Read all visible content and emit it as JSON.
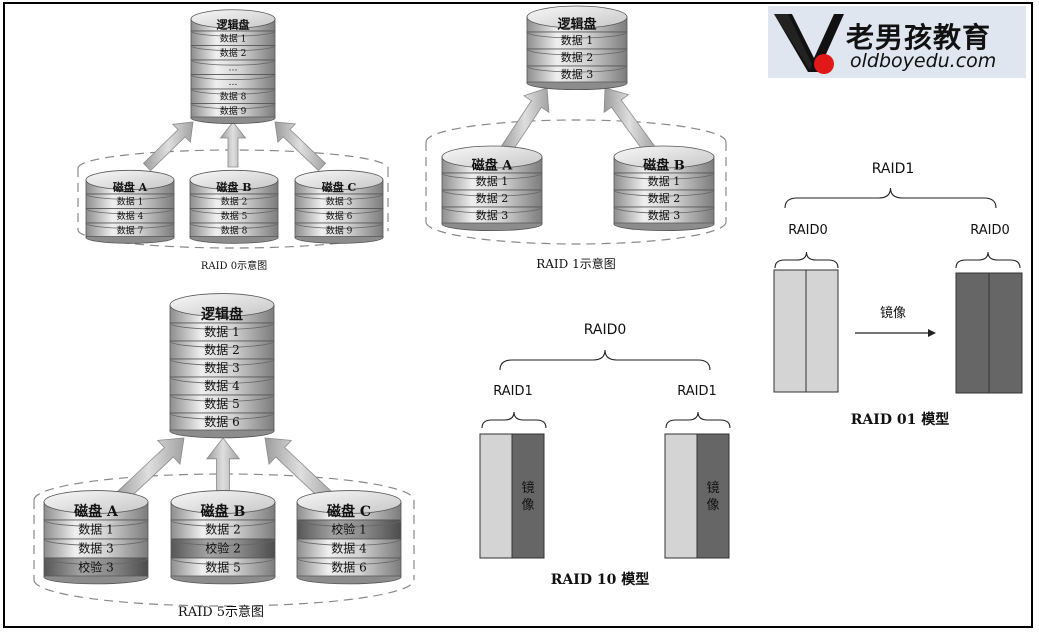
{
  "brand": {
    "name": "老男孩教育",
    "site": "oldboyedu.com"
  },
  "raid0": {
    "caption": "RAID 0示意图",
    "logical": {
      "title": "逻辑盘",
      "rows": [
        "数据 1",
        "数据 2",
        "…",
        "…",
        "数据 8",
        "数据 9"
      ]
    },
    "disks": [
      {
        "title": "磁盘 A",
        "rows": [
          "数据 1",
          "数据 4",
          "数据 7"
        ]
      },
      {
        "title": "磁盘 B",
        "rows": [
          "数据 2",
          "数据 5",
          "数据 8"
        ]
      },
      {
        "title": "磁盘 C",
        "rows": [
          "数据 3",
          "数据 6",
          "数据 9"
        ]
      }
    ]
  },
  "raid1": {
    "caption": "RAID 1示意图",
    "logical": {
      "title": "逻辑盘",
      "rows": [
        "数据 1",
        "数据 2",
        "数据 3"
      ]
    },
    "disks": [
      {
        "title": "磁盘 A",
        "rows": [
          "数据 1",
          "数据 2",
          "数据 3"
        ]
      },
      {
        "title": "磁盘 B",
        "rows": [
          "数据 1",
          "数据 2",
          "数据 3"
        ]
      }
    ]
  },
  "raid5": {
    "caption": "RAID 5示意图",
    "logical": {
      "title": "逻辑盘",
      "rows": [
        "数据 1",
        "数据 2",
        "数据 3",
        "数据 4",
        "数据 5",
        "数据 6"
      ]
    },
    "disks": [
      {
        "title": "磁盘 A",
        "rows": [
          "数据 1",
          "数据 3",
          "校验 3"
        ]
      },
      {
        "title": "磁盘 B",
        "rows": [
          "数据 2",
          "校验 2",
          "数据 5"
        ]
      },
      {
        "title": "磁盘 C",
        "rows": [
          "校验 1",
          "数据 4",
          "数据 6"
        ]
      }
    ]
  },
  "raid10": {
    "top": "RAID0",
    "left": "RAID1",
    "right": "RAID1",
    "mirror": "镜像",
    "caption": "RAID 10 模型"
  },
  "raid01": {
    "top": "RAID1",
    "left": "RAID0",
    "right": "RAID0",
    "mirror": "镜像",
    "caption": "RAID 01 模型"
  }
}
